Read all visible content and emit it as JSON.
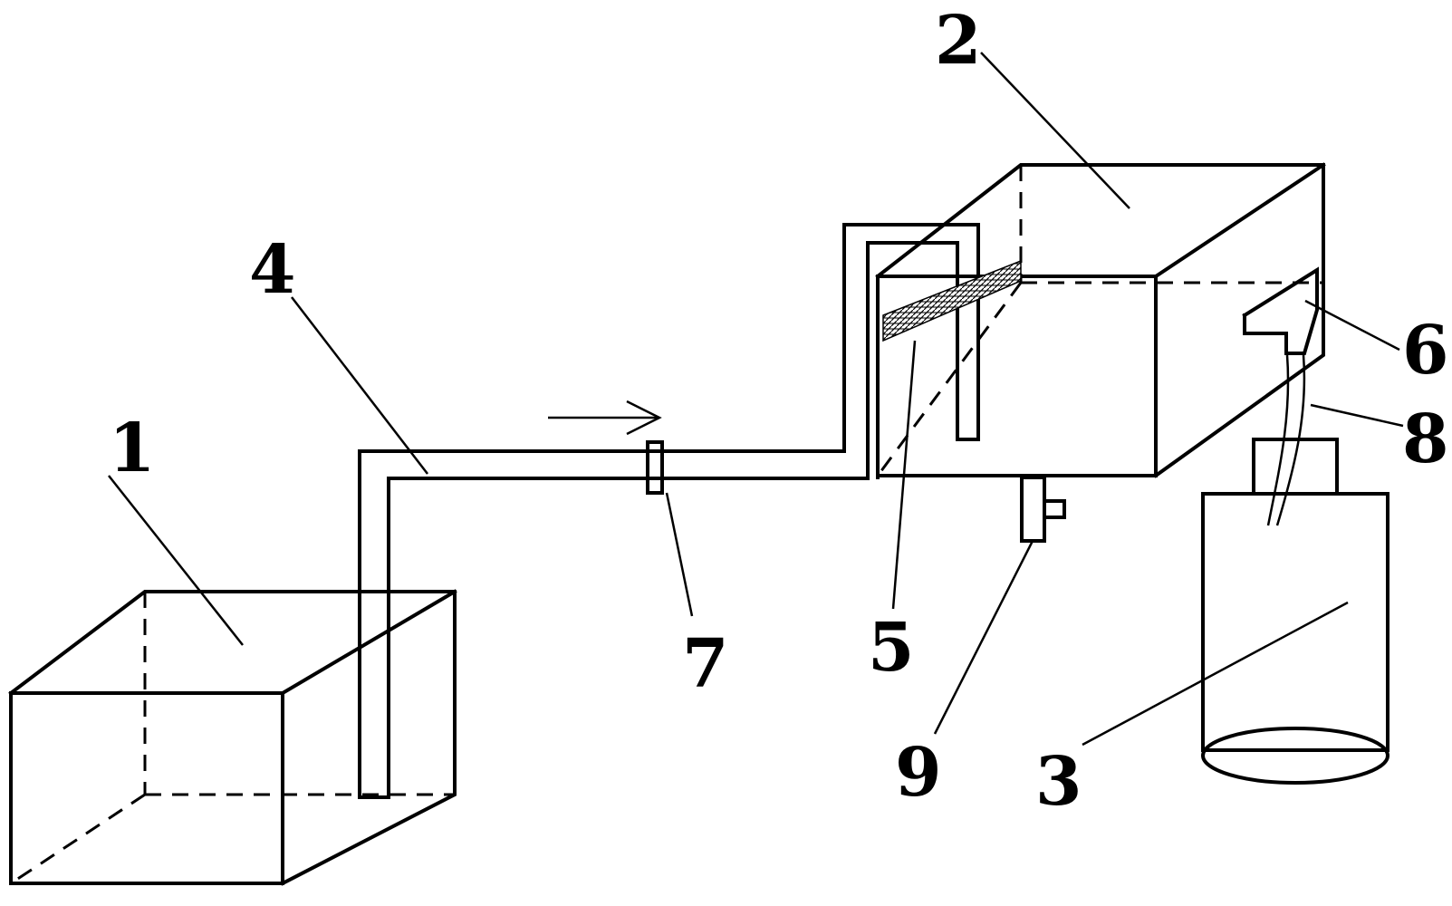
{
  "labels": {
    "l1": "1",
    "l2": "2",
    "l3": "3",
    "l4": "4",
    "l5": "5",
    "l6": "6",
    "l7": "7",
    "l8": "8",
    "l9": "9"
  },
  "colors": {
    "line": "#000000",
    "background": "#ffffff"
  },
  "icons": {
    "flow": "arrow-right-icon"
  }
}
